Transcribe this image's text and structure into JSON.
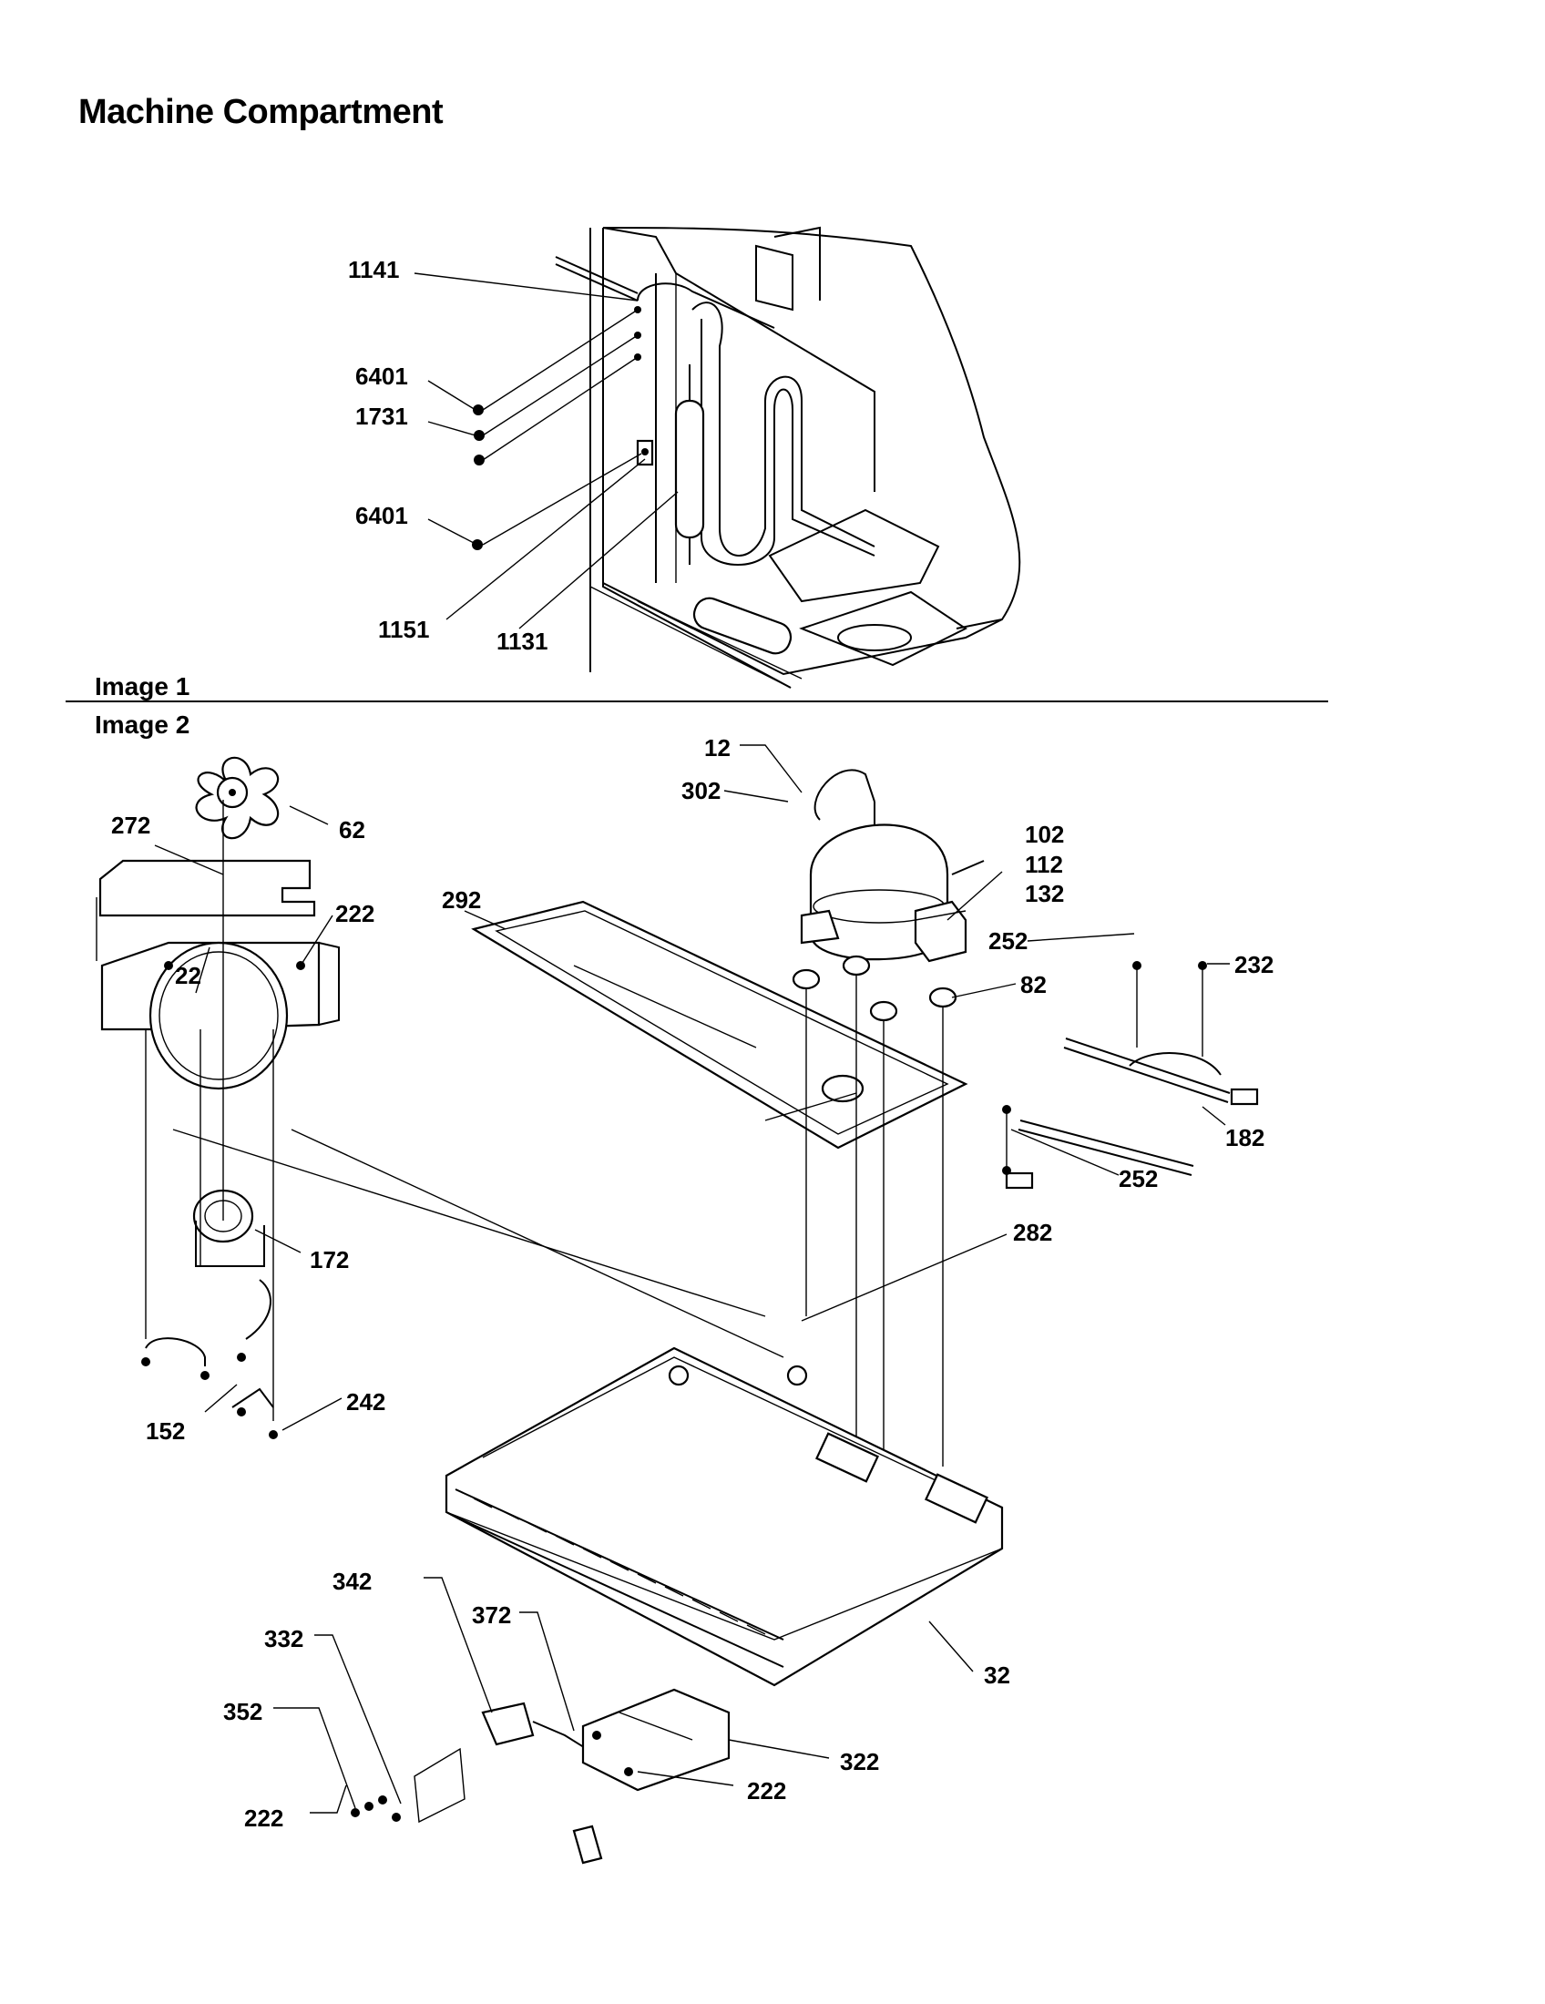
{
  "title": "Machine Compartment",
  "sections": {
    "image1": "Image 1",
    "image2": "Image 2"
  },
  "image1_callouts": [
    "1141",
    "6401",
    "1731",
    "6401",
    "1151",
    "1131"
  ],
  "image2_callouts": [
    "12",
    "302",
    "102",
    "112",
    "132",
    "272",
    "62",
    "222",
    "292",
    "22",
    "252",
    "232",
    "82",
    "182",
    "252",
    "172",
    "282",
    "242",
    "152",
    "32",
    "342",
    "372",
    "332",
    "352",
    "322",
    "222",
    "222"
  ]
}
